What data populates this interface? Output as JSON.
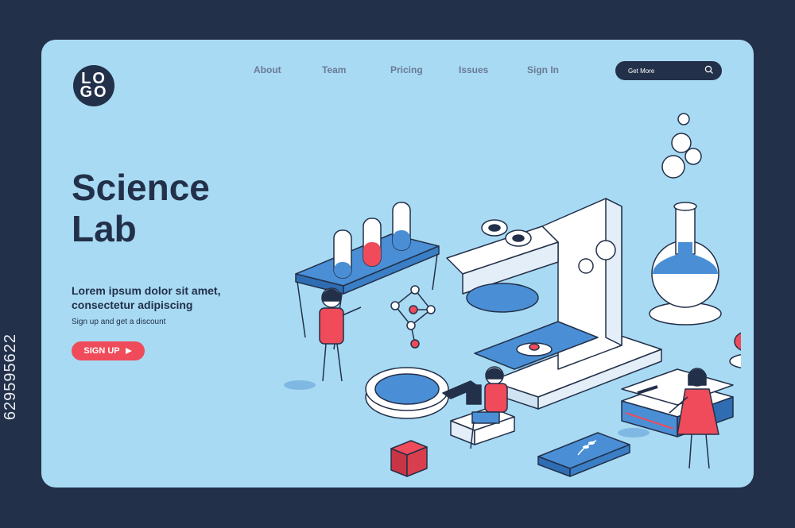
{
  "logo": {
    "line1": "LO",
    "line2": "GO"
  },
  "nav": {
    "about": "About",
    "team": "Team",
    "pricing": "Pricing",
    "issues": "Issues",
    "sign_in": "Sign In"
  },
  "search": {
    "placeholder": "Get More",
    "icon": "search-icon"
  },
  "hero": {
    "title_line1": "Science",
    "title_line2": "Lab",
    "subtitle_line1": "Lorem ipsum dolor sit amet,",
    "subtitle_line2": "consectetur adipiscing",
    "small_text": "Sign up and get a discount",
    "cta_label": "SIGN UP",
    "cta_icon": "play-arrow-icon"
  },
  "side_caption": "629595622",
  "colors": {
    "background": "#233049",
    "card": "#a8daf3",
    "navy": "#233049",
    "accent": "#ef4b5a",
    "blue": "#4a8fd6",
    "white": "#ffffff"
  }
}
